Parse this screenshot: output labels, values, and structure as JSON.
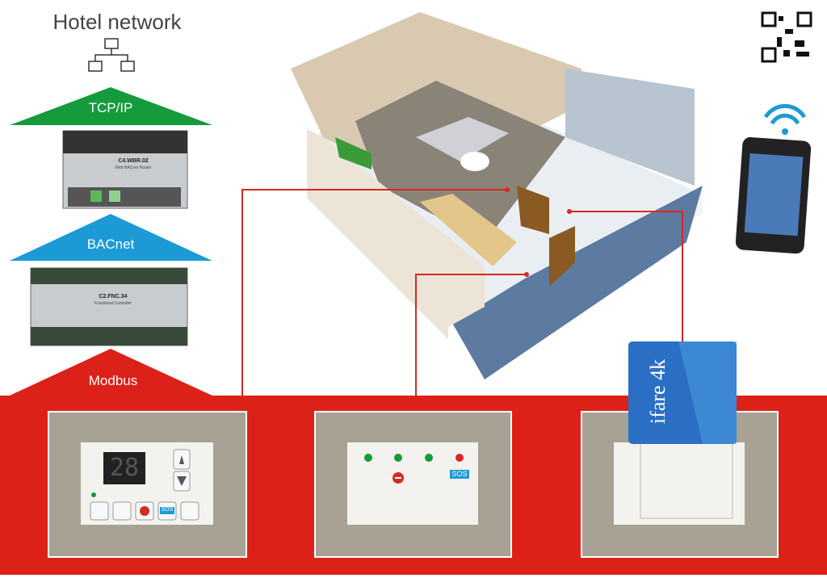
{
  "title": "Hotel network",
  "layers": [
    {
      "label": "TCP/IP",
      "color": "#159a3c"
    },
    {
      "label": "BACnet",
      "color": "#1c9ad6"
    },
    {
      "label": "Modbus",
      "color": "#dc2119"
    }
  ],
  "devices": [
    {
      "model": "C4.WBR.02",
      "subtitle": "Web BACnet Router"
    },
    {
      "model": "C2.FNC.34",
      "subtitle": "Functional Controller"
    }
  ],
  "thermostat": {
    "temperature": "28",
    "sos_label": "SOS"
  },
  "room_panel": {
    "sos_label": "SOS"
  },
  "keycard": {
    "brand": "ifare 4k"
  },
  "colors": {
    "wire": "#d42a22",
    "panel_frame": "#a8a294",
    "panel_face": "#f4f2ee"
  }
}
